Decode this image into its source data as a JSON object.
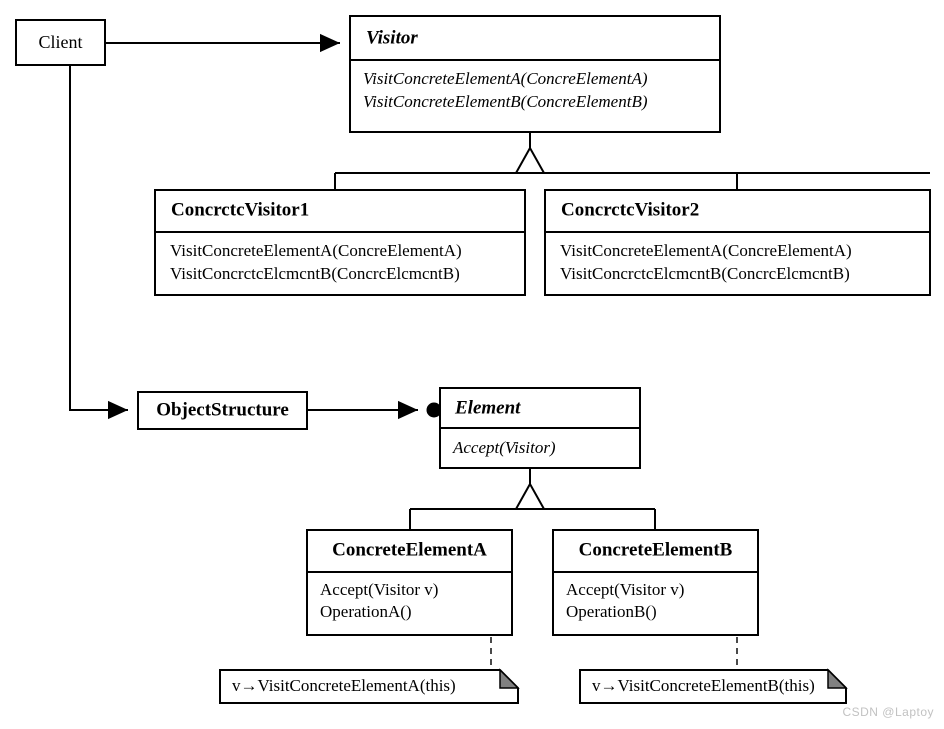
{
  "diagram": {
    "title": "Visitor Pattern UML Class Diagram",
    "type": "uml-class-diagram",
    "background_color": "#ffffff",
    "line_color": "#000000",
    "note_fold_color": "#808080"
  },
  "classes": {
    "client": {
      "name": "Client",
      "stereotype": "concrete",
      "members": []
    },
    "visitor": {
      "name": "Visitor",
      "stereotype": "abstract",
      "members": [
        "VisitConcreteElementA(ConcreElementA)",
        "VisitConcreteElementB(ConcreElementB)"
      ]
    },
    "concrete_visitor_1": {
      "name": "ConcrctcVisitor1",
      "stereotype": "concrete",
      "members": [
        "VisitConcreteElementA(ConcreElementA)",
        "VisitConcrctcElcmcntB(ConcrcElcmcntB)"
      ]
    },
    "concrete_visitor_2": {
      "name": "ConcrctcVisitor2",
      "stereotype": "concrete",
      "members": [
        "VisitConcreteElementA(ConcreElementA)",
        "VisitConcrctcElcmcntB(ConcrcElcmcntB)"
      ]
    },
    "object_structure": {
      "name": "ObjectStructure",
      "stereotype": "concrete",
      "members": []
    },
    "element": {
      "name": "Element",
      "stereotype": "abstract",
      "members": [
        "Accept(Visitor)"
      ]
    },
    "concrete_element_a": {
      "name": "ConcreteElementA",
      "stereotype": "concrete",
      "members": [
        "Accept(Visitor v)",
        "OperationA()"
      ]
    },
    "concrete_element_b": {
      "name": "ConcreteElementB",
      "stereotype": "concrete",
      "members": [
        "Accept(Visitor v)",
        "OperationB()"
      ]
    }
  },
  "notes": {
    "note_a": {
      "text": "v→VisitConcreteElementA(this)"
    },
    "note_b": {
      "text": "v→VisitConcreteElementB(this)"
    }
  },
  "watermark": {
    "text": "CSDN @Laptoy"
  }
}
